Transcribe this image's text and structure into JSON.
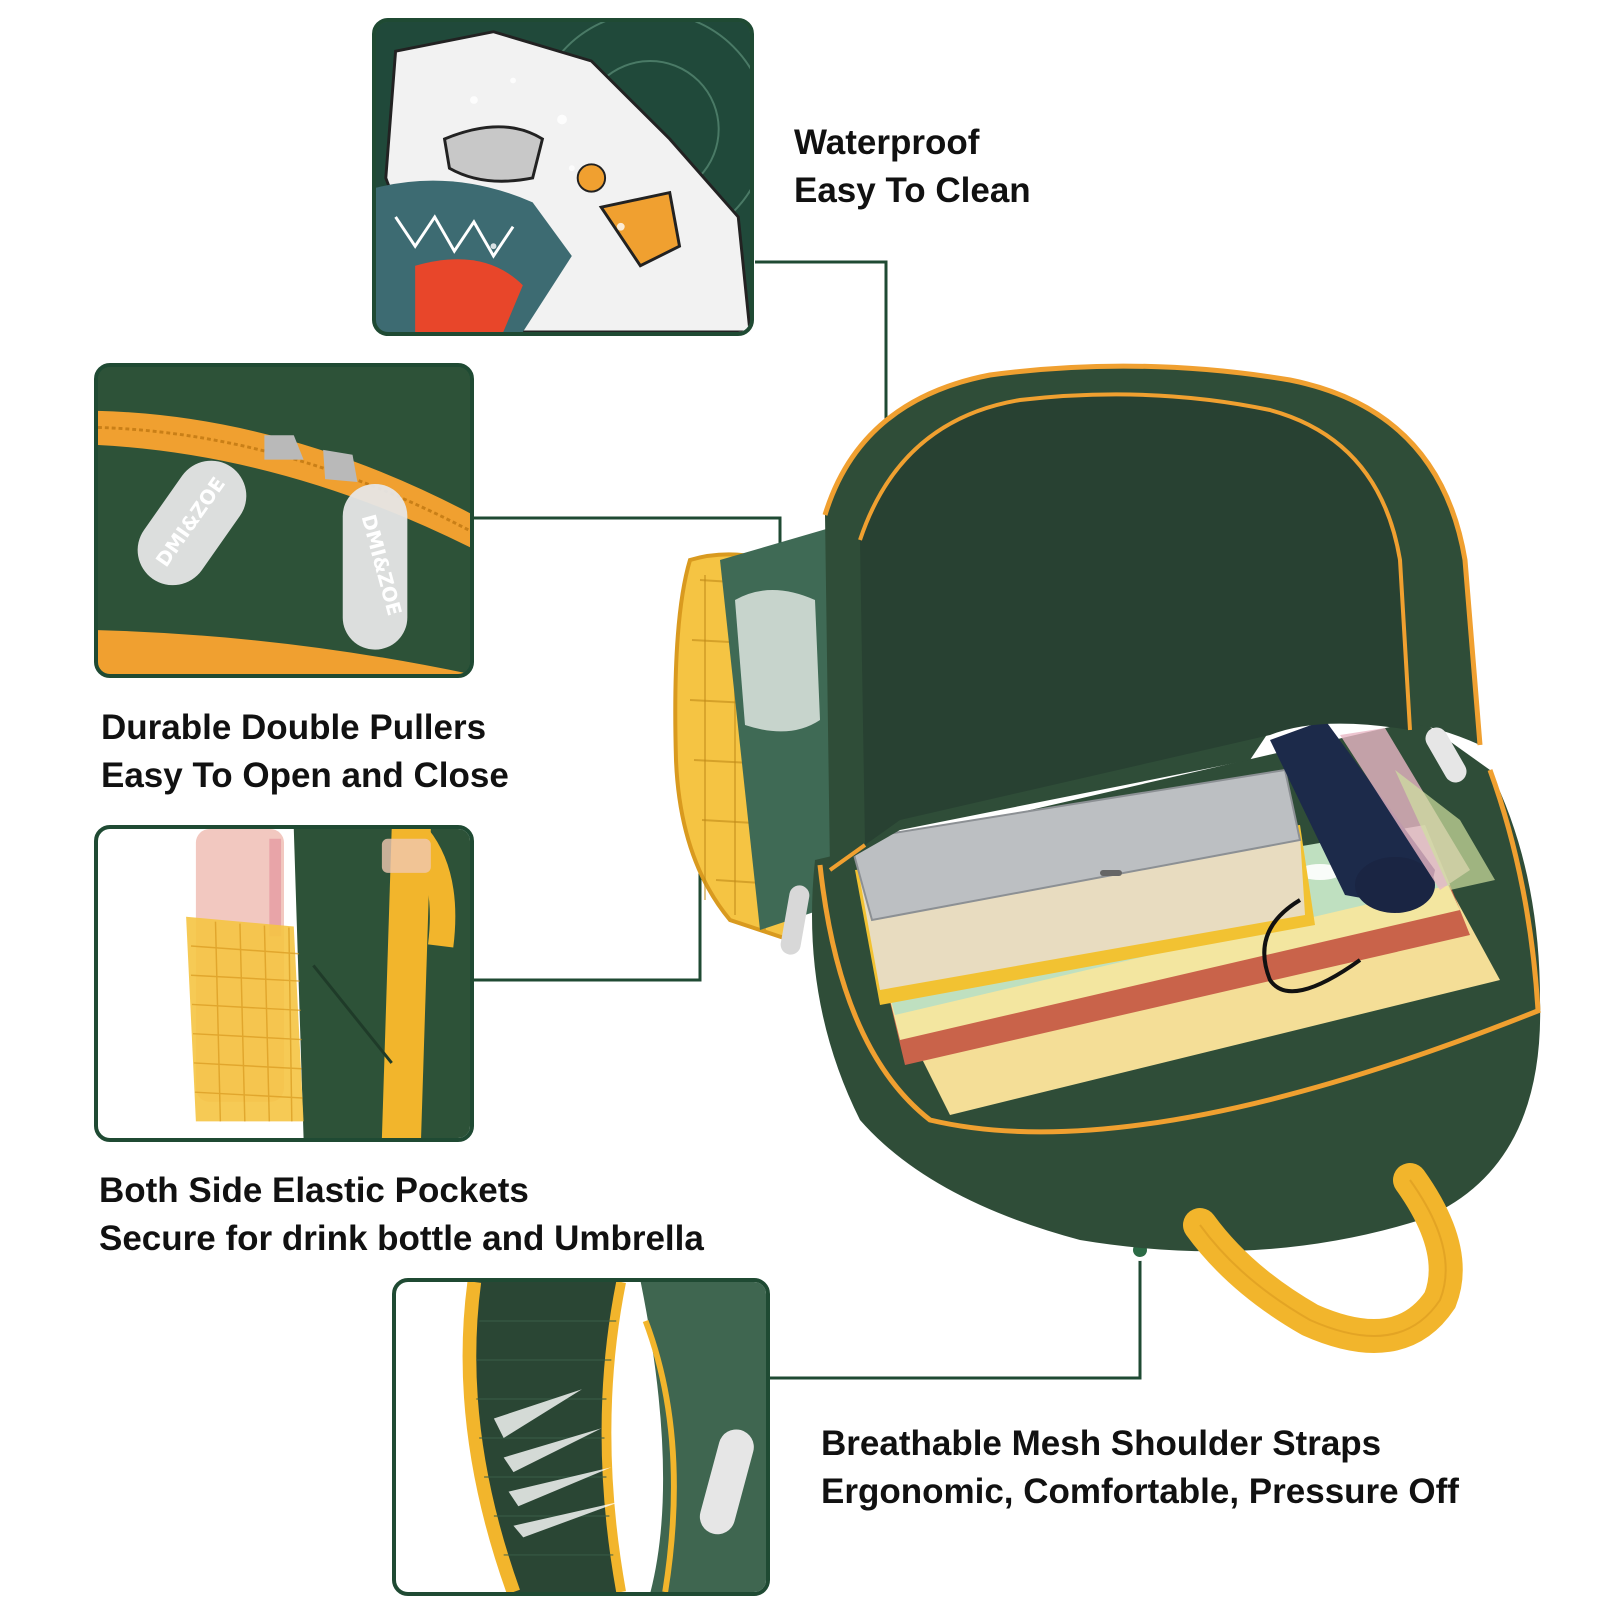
{
  "features": [
    {
      "id": "waterproof",
      "line1": "Waterproof",
      "line2": "Easy To Clean"
    },
    {
      "id": "pullers",
      "line1": "Durable Double Pullers",
      "line2": "Easy To Open and Close"
    },
    {
      "id": "pockets",
      "line1": "Both Side Elastic Pockets",
      "line2": "Secure for drink bottle and Umbrella"
    },
    {
      "id": "straps",
      "line1": "Breathable Mesh Shoulder Straps",
      "line2": "Ergonomic, Comfortable, Pressure Off"
    }
  ],
  "zipper_tag_text": "DMI&ZOE",
  "colors": {
    "bag_green": "#2f4d38",
    "bag_green_dark": "#223a2a",
    "trim_orange": "#f0a030",
    "strap_yellow": "#f2b52c",
    "connector_line": "#1f4a33",
    "mesh_yellow": "#f5c443"
  }
}
